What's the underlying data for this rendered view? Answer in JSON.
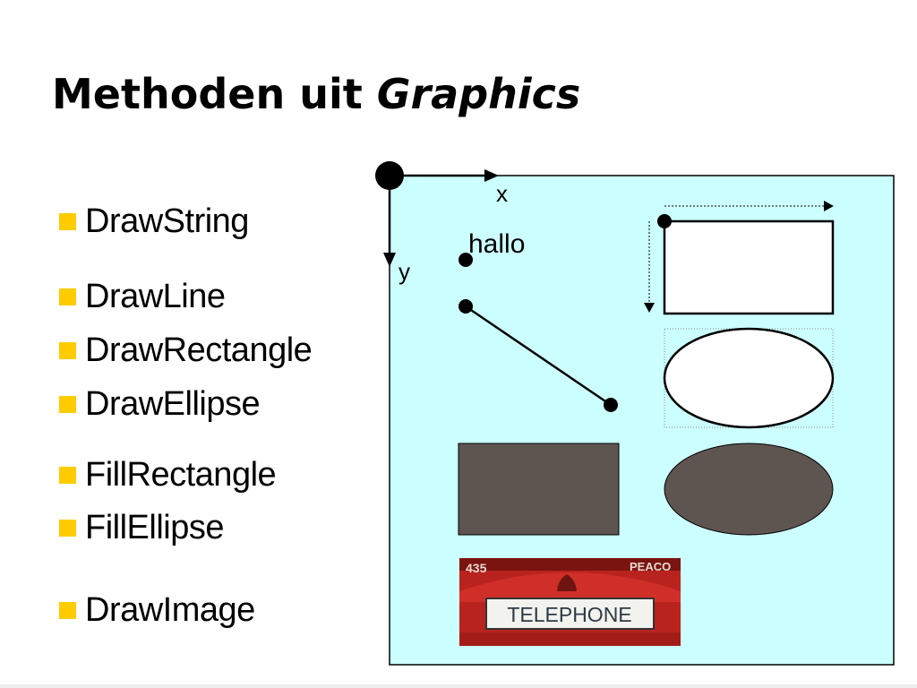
{
  "slide": {
    "title_plain": "Methoden uit",
    "title_italic": "Graphics"
  },
  "colors": {
    "bullet": "#FFCC00",
    "canvas_bg": "#CCFFFF",
    "fill_shape": "#5E5551"
  },
  "bullets": [
    {
      "label": "DrawString",
      "icon": "yellow-square"
    },
    {
      "label": "DrawLine",
      "icon": "yellow-square"
    },
    {
      "label": "DrawRectangle",
      "icon": "yellow-square"
    },
    {
      "label": "DrawEllipse",
      "icon": "yellow-square"
    },
    {
      "label": "FillRectangle",
      "icon": "yellow-square"
    },
    {
      "label": "FillEllipse",
      "icon": "yellow-square"
    },
    {
      "label": "DrawImage",
      "icon": "yellow-square"
    }
  ],
  "diagram": {
    "x_axis_label": "x",
    "y_axis_label": "y",
    "string_sample": "hallo",
    "image_sample": {
      "sign_text": "TELEPHONE",
      "top_left_text": "435",
      "top_right_text": "PEACO"
    }
  }
}
